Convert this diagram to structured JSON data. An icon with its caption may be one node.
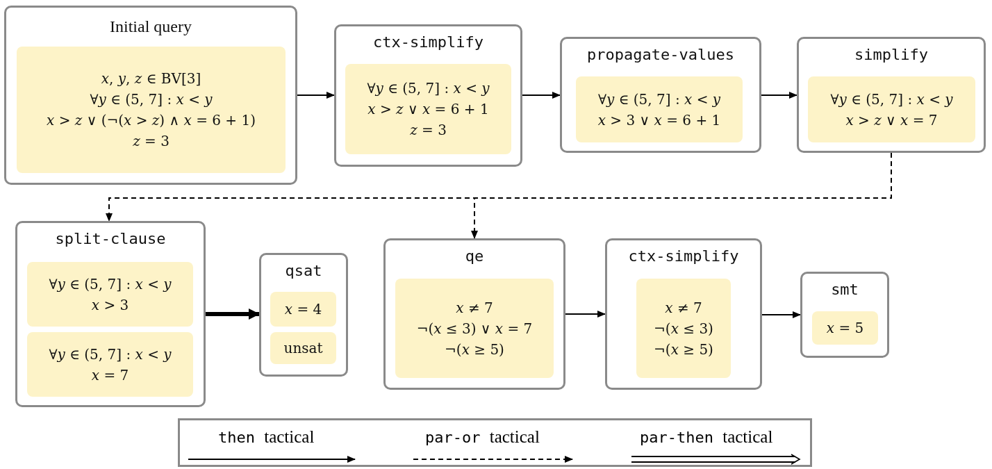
{
  "diagram": {
    "nodes": [
      {
        "text": [
          "Initial query"
        ]
      },
      {
        "text": [
          "*x*, *y*, *z* ∈ BV[3]",
          "∀*y* ∈ (5, 7] : *x* < *y*",
          "*x* > *z* ∨ (¬(*x* > *z*) ∧ *x* = 6 + 1)",
          "*z* = 3"
        ],
        "in": 0
      },
      {
        "text": [
          "ctx-simplify"
        ]
      },
      {
        "text": [
          "∀*y* ∈ (5, 7] : *x* < *y*",
          "*x* > *z* ∨ *x* = 6 + 1",
          "*z* = 3"
        ],
        "in": 2
      },
      {
        "text": [
          "propagate-values"
        ]
      },
      {
        "text": [
          "∀*y* ∈ (5, 7] : *x* < *y*",
          "*x* > 3 ∨ *x* = 6 + 1"
        ],
        "in": 4
      },
      {
        "text": [
          "simplify"
        ]
      },
      {
        "text": [
          "∀*y* ∈ (5, 7] : *x* < *y*",
          "*x* > *z* ∨ *x* = 7"
        ],
        "in": 6
      },
      {
        "text": [
          "split-clause"
        ]
      },
      {
        "text": [
          "∀*y* ∈ (5, 7] : *x* < *y*",
          "*x* > 3"
        ],
        "in": 8
      },
      {
        "text": [
          "∀*y* ∈ (5, 7] : *x* < *y*",
          "*x* = 7"
        ],
        "in": 8
      },
      {
        "text": [
          "qsat"
        ]
      },
      {
        "text": [
          "*x* = 4"
        ],
        "in": 11
      },
      {
        "text": [
          "unsat"
        ],
        "in": 11
      },
      {
        "text": [
          "qe"
        ]
      },
      {
        "text": [
          "*x* ≠ 7",
          "¬(*x* ≤ 3) ∨ *x* = 7",
          "¬(*x* ≥ 5)"
        ],
        "in": 14
      },
      {
        "text": [
          "ctx-simplify"
        ]
      },
      {
        "text": [
          "*x* ≠ 7",
          "¬(*x* ≤ 3)",
          "¬(*x* ≥ 5)"
        ],
        "in": 16
      },
      {
        "text": [
          "smt"
        ]
      },
      {
        "text": [
          "*x* = 5"
        ],
        "in": 18
      }
    ],
    "edges": [
      {
        "from": 0,
        "to": 2,
        "arrow": "to"
      },
      {
        "from": 2,
        "to": 4,
        "arrow": "to"
      },
      {
        "from": 4,
        "to": 6,
        "arrow": "to"
      },
      {
        "from": 6,
        "to": 8,
        "arrow": "to",
        "style": "dashed"
      },
      {
        "from": 6,
        "to": 14,
        "arrow": "to",
        "style": "dashed"
      },
      {
        "from": 8,
        "to": 11,
        "arrow": "to",
        "style": "thick"
      },
      {
        "from": 14,
        "to": 16,
        "arrow": "to"
      },
      {
        "from": 16,
        "to": 18,
        "arrow": "to"
      }
    ],
    "legend": [
      {
        "text": "then tactical"
      },
      {
        "text": "par-or tactical"
      },
      {
        "text": "par-then tactical"
      }
    ]
  }
}
